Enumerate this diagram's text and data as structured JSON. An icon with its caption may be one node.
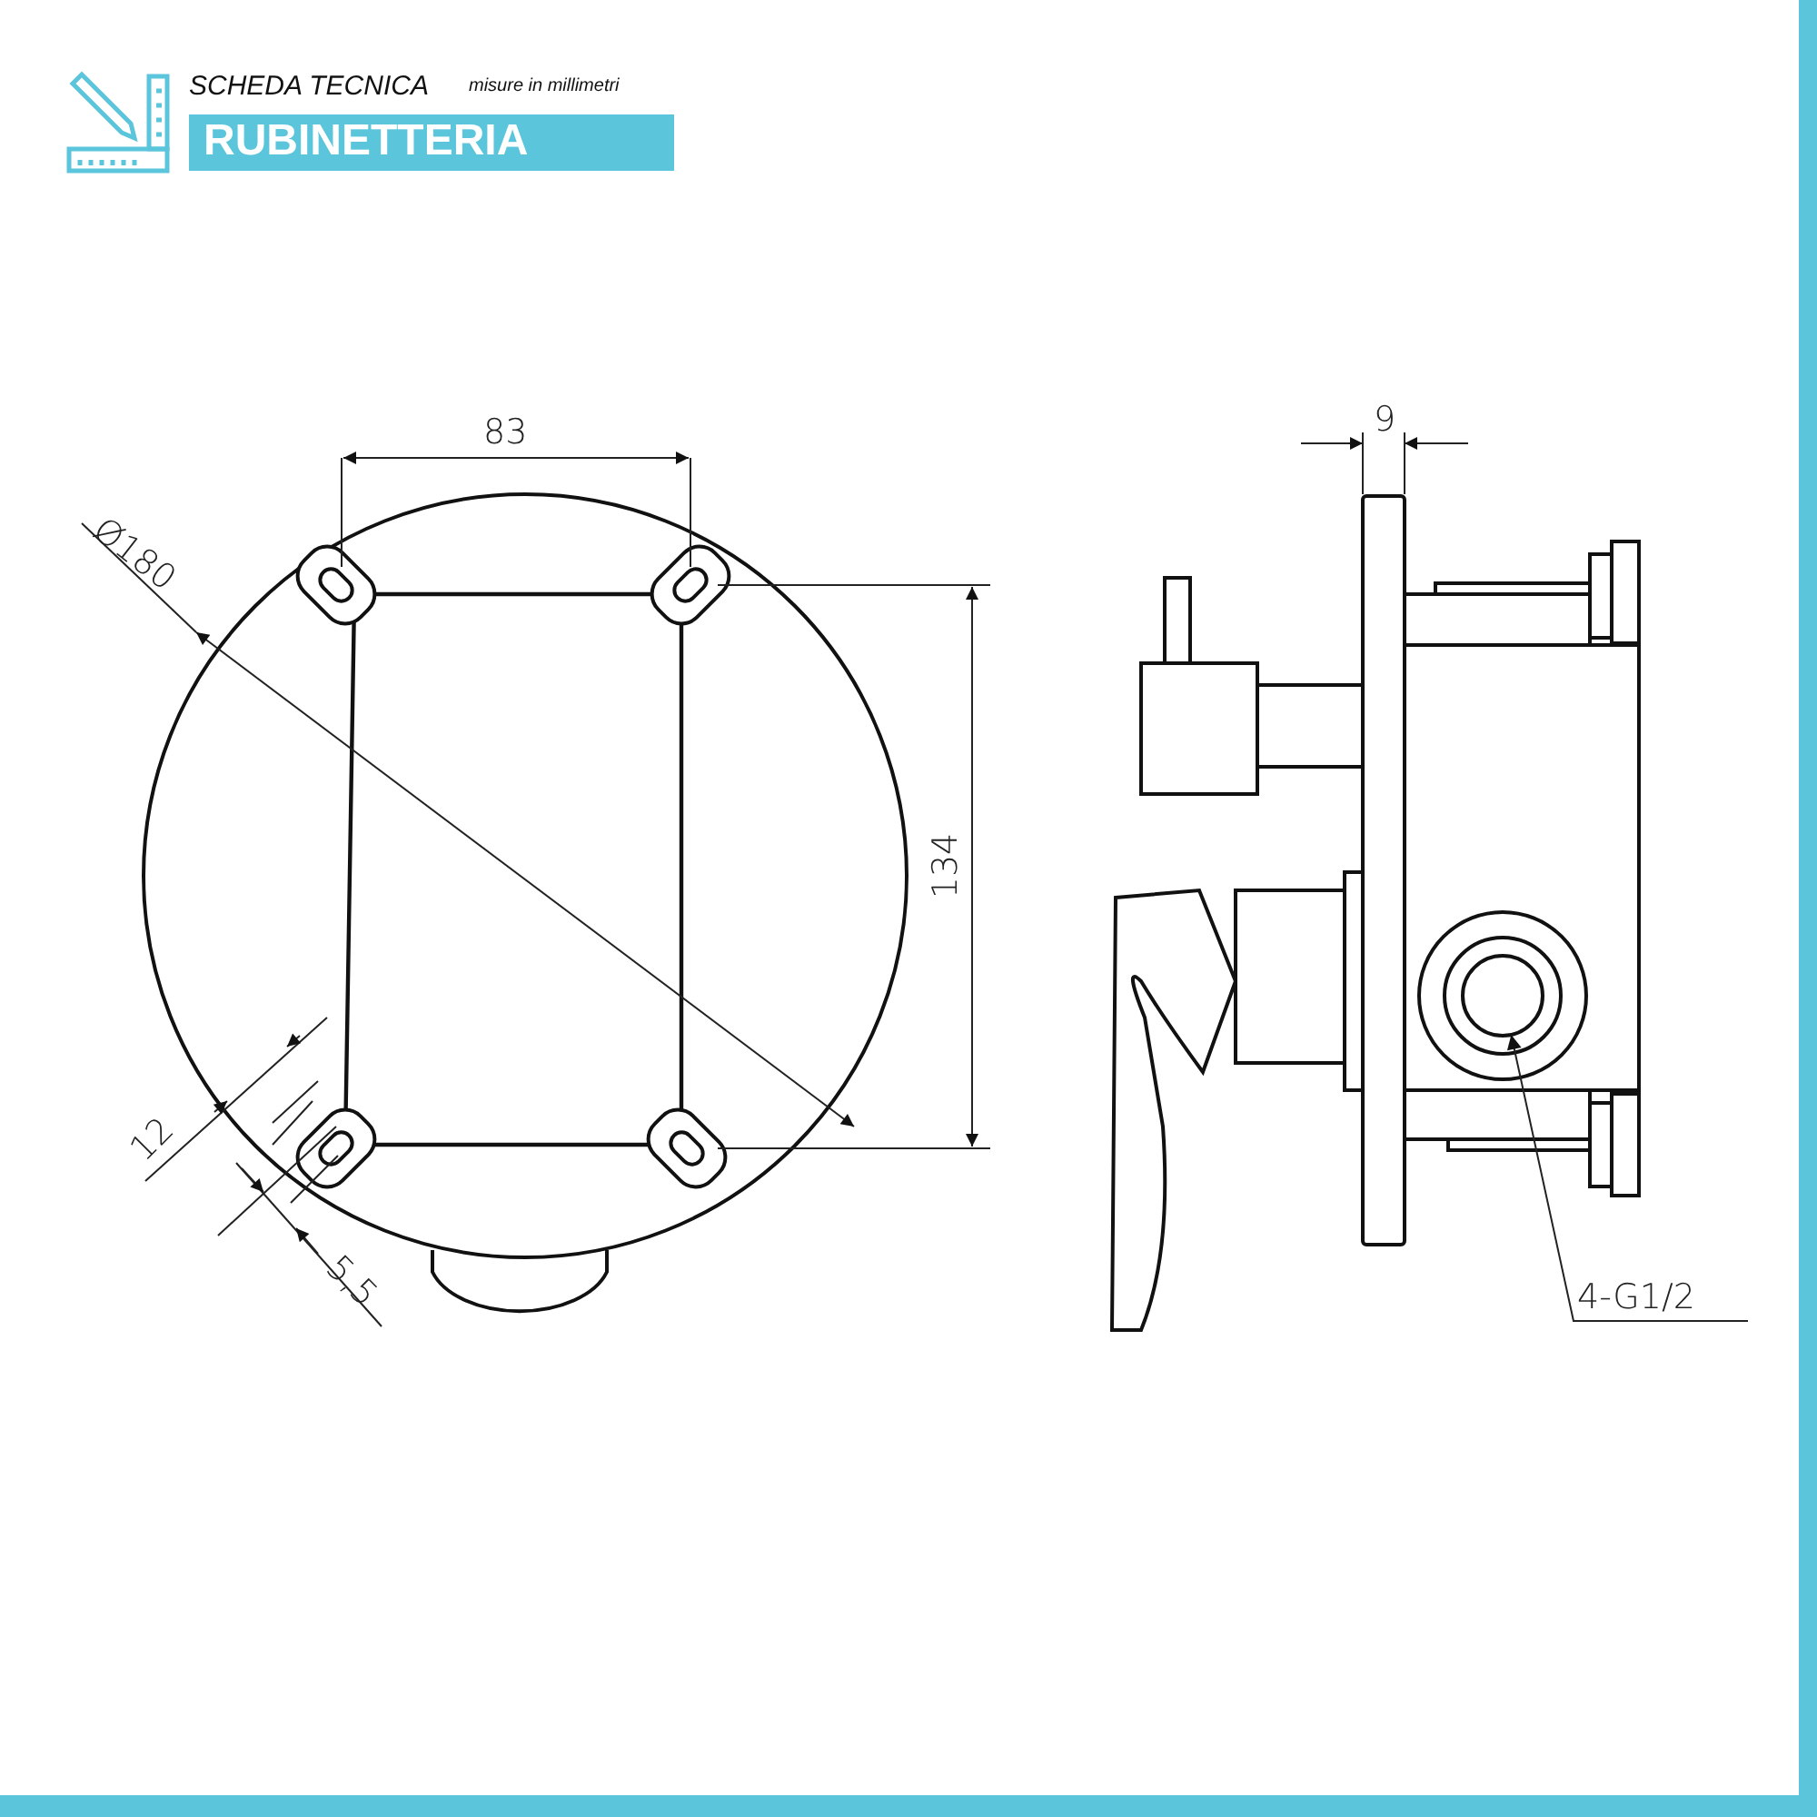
{
  "diagram": {
    "title": "SCHEDA TECNICA",
    "nodes": [
      {
        "text": [
          "4-G1/2"
        ]
      },
      {
        "text": [],
        "shape": "circle"
      }
    ],
    "edges": [
      {
        "from": 0,
        "to": 1,
        "arrow": "to"
      }
    ],
    "labels": [
      "misure in millimetri",
      "RUBINETTERIA",
      "83",
      "Ø180",
      "134",
      "12",
      "5,5",
      "9"
    ]
  }
}
